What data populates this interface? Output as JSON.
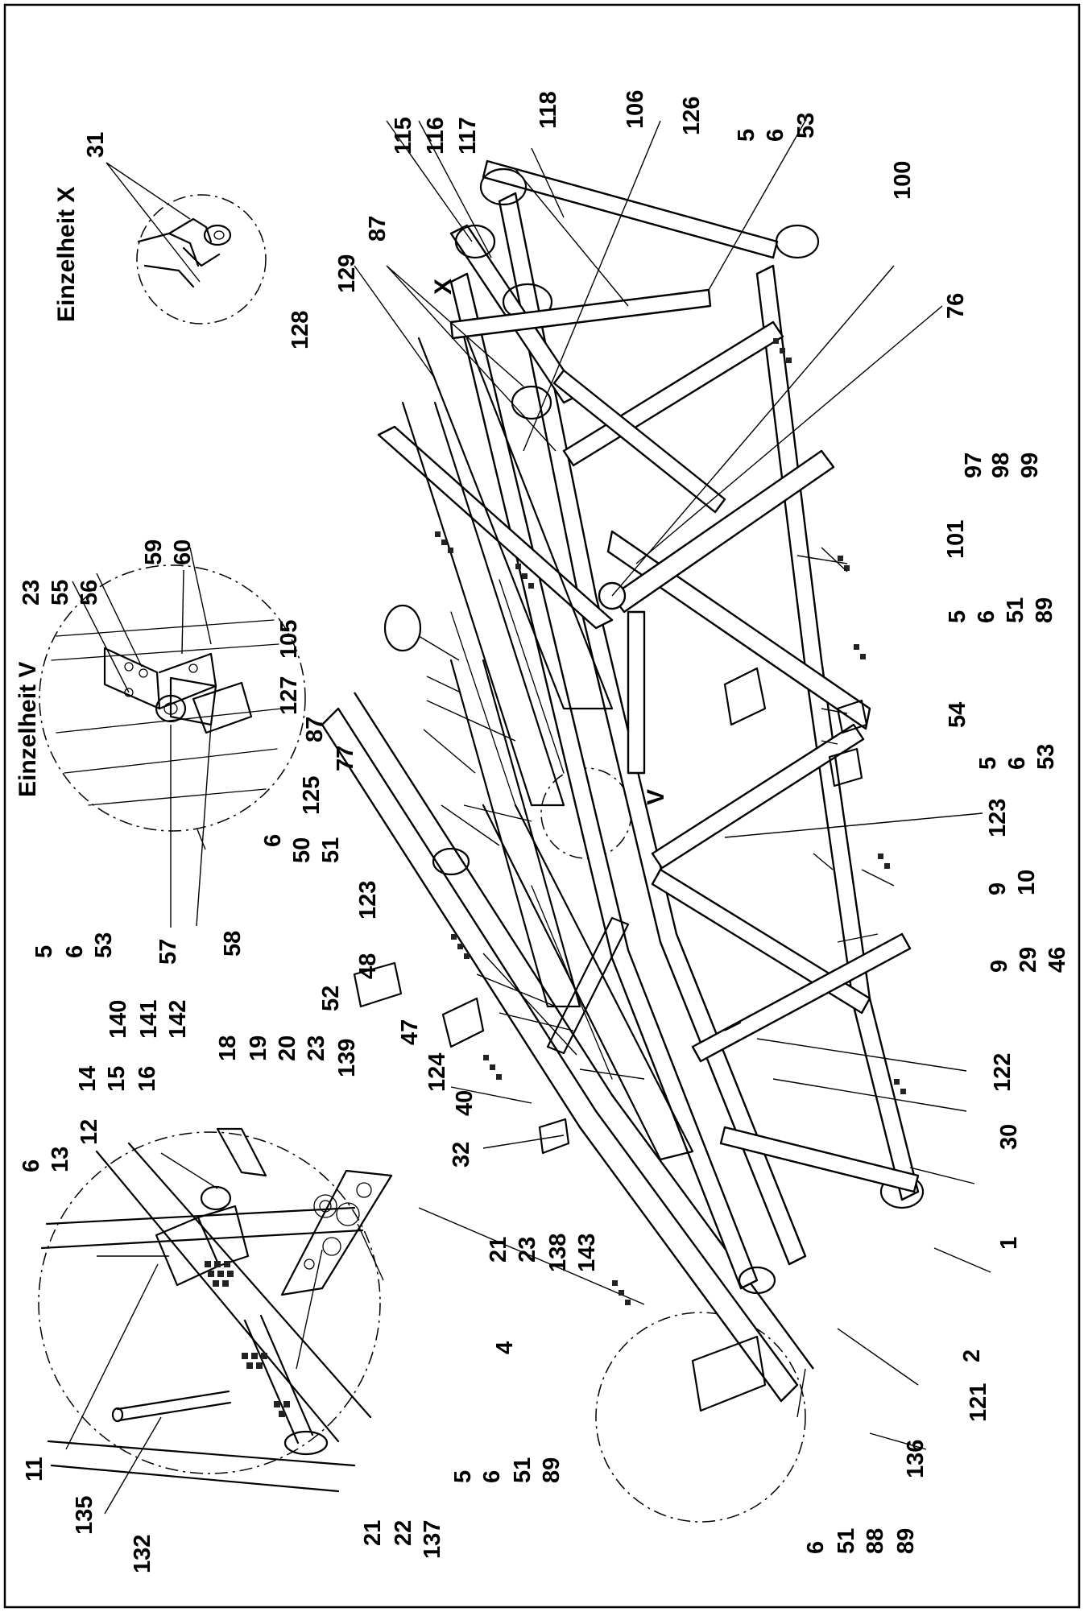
{
  "details": {
    "x_title": "Einzelheit  X",
    "v_title": "Einzelheit  V",
    "x_marker": "X",
    "v_marker": "V"
  },
  "callouts": {
    "c31": "31",
    "c115": "115",
    "c116": "116",
    "c117": "117",
    "c118": "118",
    "c106": "106",
    "c126": "126",
    "c5a": "5",
    "c6a": "6",
    "c53a": "53",
    "c100": "100",
    "c87a": "87",
    "c129": "129",
    "c128": "128",
    "c76": "76",
    "c97": "97",
    "c98": "98",
    "c99": "99",
    "c101": "101",
    "c5b": "5",
    "c6b": "6",
    "c51b": "51",
    "c89b": "89",
    "c59": "59",
    "c60": "60",
    "c23a": "23",
    "c55": "55",
    "c56": "56",
    "c105": "105",
    "c127": "127",
    "c87b": "87",
    "c77": "77",
    "c125": "125",
    "c54": "54",
    "c5c": "5",
    "c6c": "6",
    "c53c": "53",
    "c6d": "6",
    "c50": "50",
    "c51d": "51",
    "c123a": "123",
    "c123b": "123",
    "c9a": "9",
    "c10": "10",
    "c5e": "5",
    "c6e": "6",
    "c53e": "53",
    "c57": "57",
    "c58": "58",
    "c48": "48",
    "c52": "52",
    "c9b": "9",
    "c29": "29",
    "c46": "46",
    "c140": "140",
    "c141": "141",
    "c142": "142",
    "c14": "14",
    "c15": "15",
    "c16": "16",
    "c18": "18",
    "c19": "19",
    "c20": "20",
    "c23b": "23",
    "c139": "139",
    "c47": "47",
    "c124": "124",
    "c122": "122",
    "c40": "40",
    "c30": "30",
    "c32": "32",
    "c6f": "6",
    "c13": "13",
    "c12": "12",
    "c21a": "21",
    "c23c": "23",
    "c138": "138",
    "c143": "143",
    "c1": "1",
    "c4": "4",
    "c2": "2",
    "c11": "11",
    "c135": "135",
    "c132": "132",
    "c5g": "5",
    "c6g": "6",
    "c51g": "51",
    "c89g": "89",
    "c21b": "21",
    "c22": "22",
    "c137": "137",
    "c136": "136",
    "c121": "121",
    "c6h": "6",
    "c51h": "51",
    "c88": "88",
    "c89h": "89"
  }
}
